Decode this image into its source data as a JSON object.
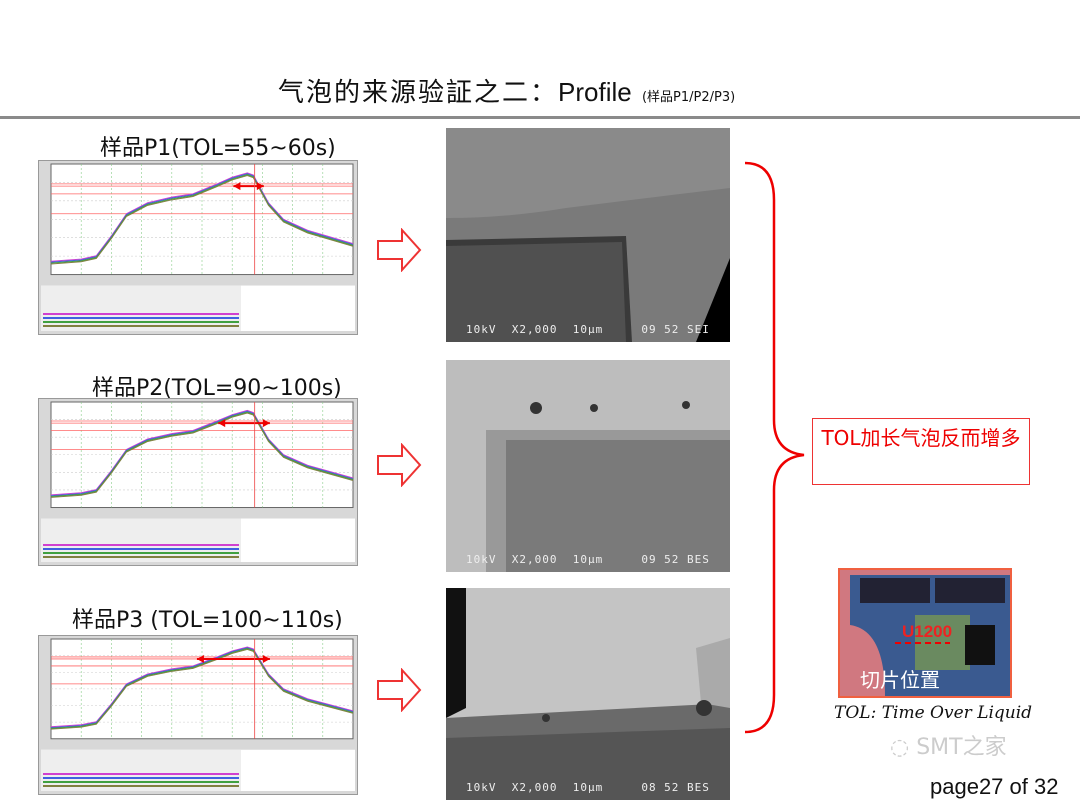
{
  "header": {
    "title_cn": "气泡的来源验証之二：",
    "title_en": "Profile",
    "title_note": "(样品P1/P2/P3)"
  },
  "samples": [
    {
      "label": "样品P1(TOL=55~60s)",
      "sem_info": "10kV  X2,000  10μm     09 52 SEI"
    },
    {
      "label": "样品P2(TOL=90~100s)",
      "sem_info": "10kV  X2,000  10μm     09 52 BES"
    },
    {
      "label": "样品P3 (TOL=100~110s)",
      "sem_info": "10kV  X2,000  10μm     08 52 BES"
    }
  ],
  "conclusion": "TOL加长气泡反而增多",
  "photo": {
    "component": "U1200",
    "position_label": "切片位置"
  },
  "caption": "TOL: Time Over Liquid",
  "watermark": "SMT之家",
  "page": "page27 of 32",
  "colors": {
    "accent": "#e00000",
    "series": [
      "#d040d0",
      "#4060e0",
      "#40a040",
      "#808040"
    ]
  }
}
